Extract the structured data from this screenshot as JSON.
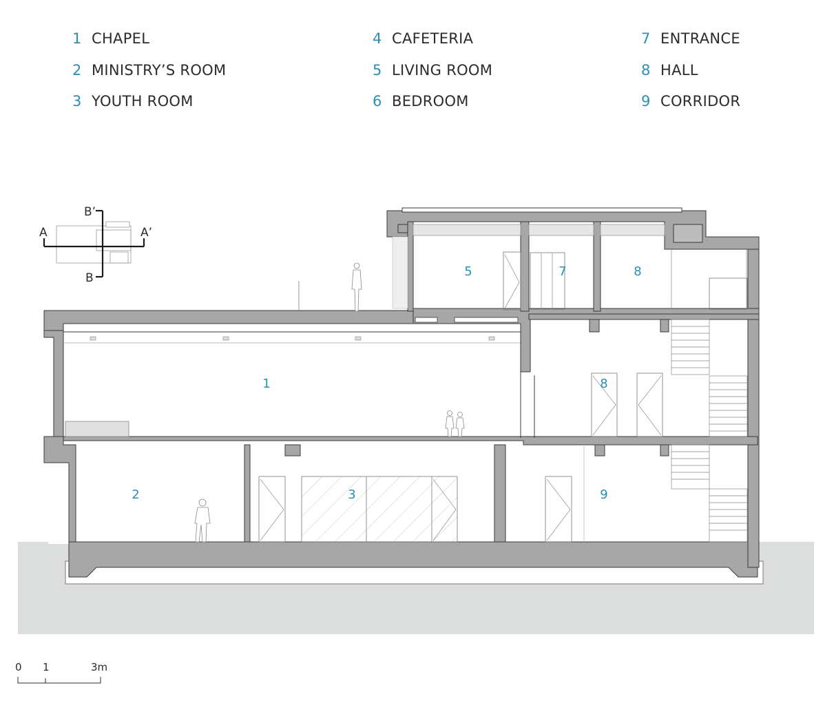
{
  "legend": [
    {
      "num": "1",
      "label": "CHAPEL"
    },
    {
      "num": "2",
      "label": "MINISTRY’S ROOM"
    },
    {
      "num": "3",
      "label": "YOUTH ROOM"
    },
    {
      "num": "4",
      "label": "CAFETERIA"
    },
    {
      "num": "5",
      "label": "LIVING ROOM"
    },
    {
      "num": "6",
      "label": "BEDROOM"
    },
    {
      "num": "7",
      "label": "ENTRANCE"
    },
    {
      "num": "8",
      "label": "HALL"
    },
    {
      "num": "9",
      "label": "CORRIDOR"
    }
  ],
  "rooms": {
    "r5": "5",
    "r7": "7",
    "r8_top": "8",
    "r1": "1",
    "r8_mid": "8",
    "r2": "2",
    "r3": "3",
    "r9": "9"
  },
  "key_plan": {
    "a": "A",
    "a_prime": "A’",
    "b": "B",
    "b_prime": "B’"
  },
  "scale": {
    "t0": "0",
    "t1": "1",
    "t3": "3m"
  },
  "colors": {
    "accent": "#2a8fb4",
    "wall": "#a7a7a7",
    "ground": "#dcdddd",
    "line": "#3a3a3a"
  }
}
